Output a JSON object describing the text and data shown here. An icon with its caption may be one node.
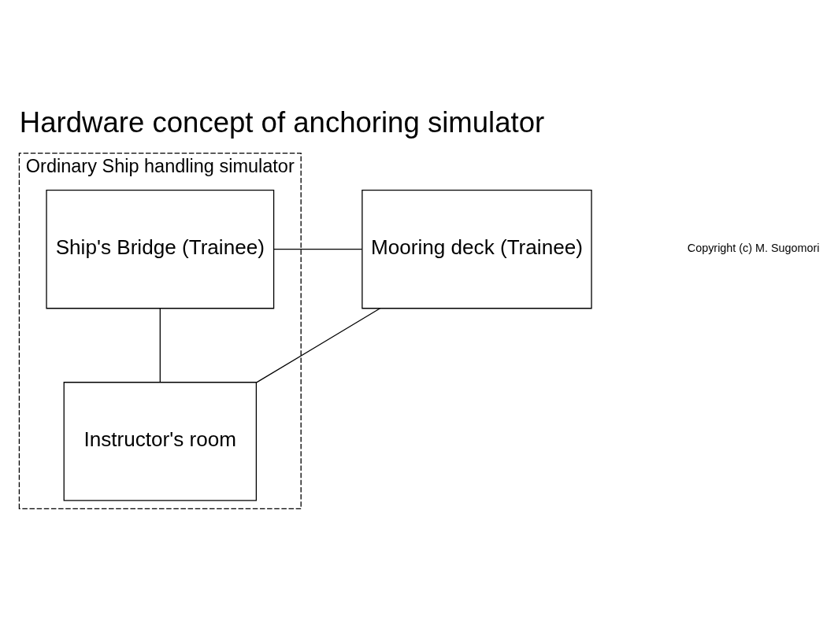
{
  "diagram": {
    "title": "Hardware concept of anchoring simulator",
    "nodes": [
      {
        "text": [
          "Ordinary Ship handling simulator"
        ]
      },
      {
        "text": [
          "Ship's Bridge (Trainee)"
        ],
        "in": 0
      },
      {
        "text": [
          "Mooring deck (Trainee)"
        ]
      },
      {
        "text": [
          "Instructor's room"
        ],
        "in": 0
      }
    ],
    "edges": [
      {
        "from": 1,
        "to": 2,
        "arrow": "none"
      },
      {
        "from": 1,
        "to": 3,
        "arrow": "none"
      },
      {
        "from": 3,
        "to": 2,
        "arrow": "none"
      }
    ],
    "labels": [
      "Copyright (c) M. Sugomori"
    ]
  }
}
